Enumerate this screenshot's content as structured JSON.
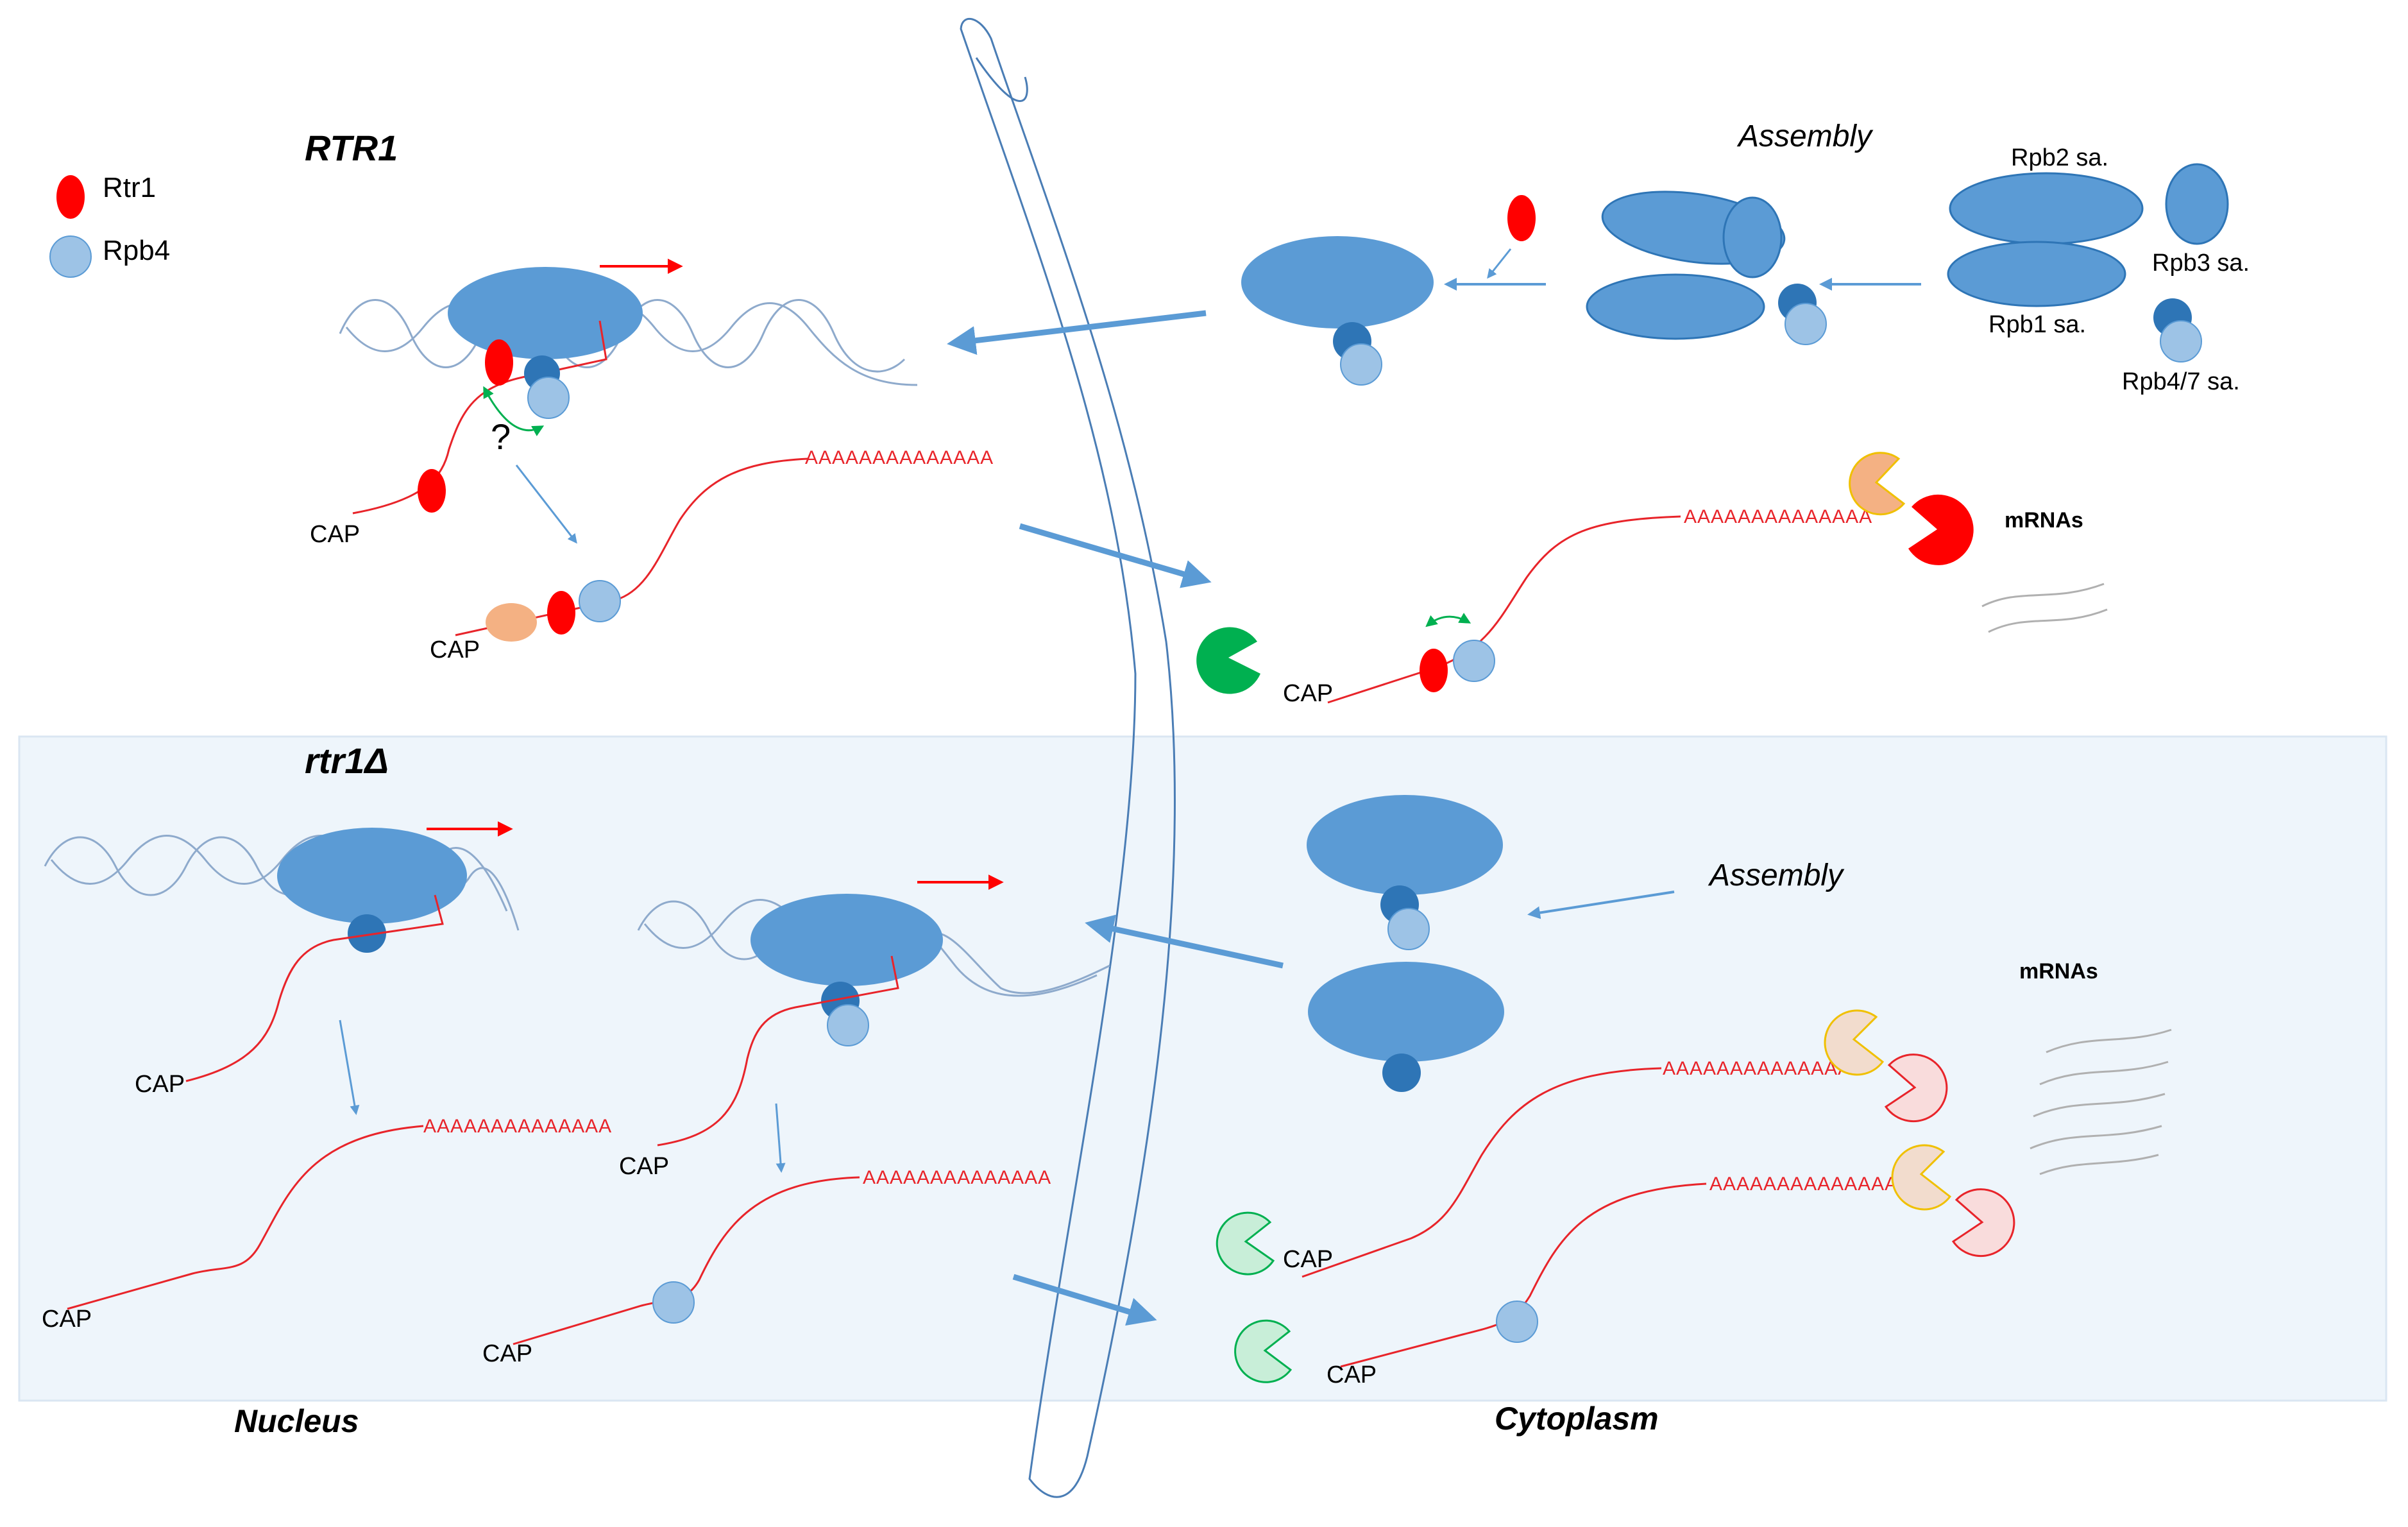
{
  "legend": {
    "rtr1": "Rtr1",
    "rpb4": "Rpb4"
  },
  "titles": {
    "wild_type": "RTR1",
    "mutant": "rtr1Δ"
  },
  "regions": {
    "nucleus": "Nucleus",
    "cytoplasm": "Cytoplasm"
  },
  "assembly_label": "Assembly",
  "subassemblies": {
    "rpb2": "Rpb2 sa.",
    "rpb3": "Rpb3 sa.",
    "rpb1": "Rpb1 sa.",
    "rpb47": "Rpb4/7 sa."
  },
  "mrna_label": "mRNAs",
  "cap_label": "CAP",
  "poly_a": "AAAAAAAAAAAAAA",
  "question": "?",
  "colors": {
    "pol2_blue": "#5b9bd5",
    "rpb7_dark": "#2e75b6",
    "rpb4_light": "#9dc3e6",
    "rtr1_red": "#ff0000",
    "mrna_red": "#e8242a",
    "dna_blue": "#8eaacc",
    "arrow_blue": "#5b9bd5",
    "decay_green": "#00b050",
    "decay_orange": "#f4b183",
    "mutant_panel": "#eef5fb"
  }
}
